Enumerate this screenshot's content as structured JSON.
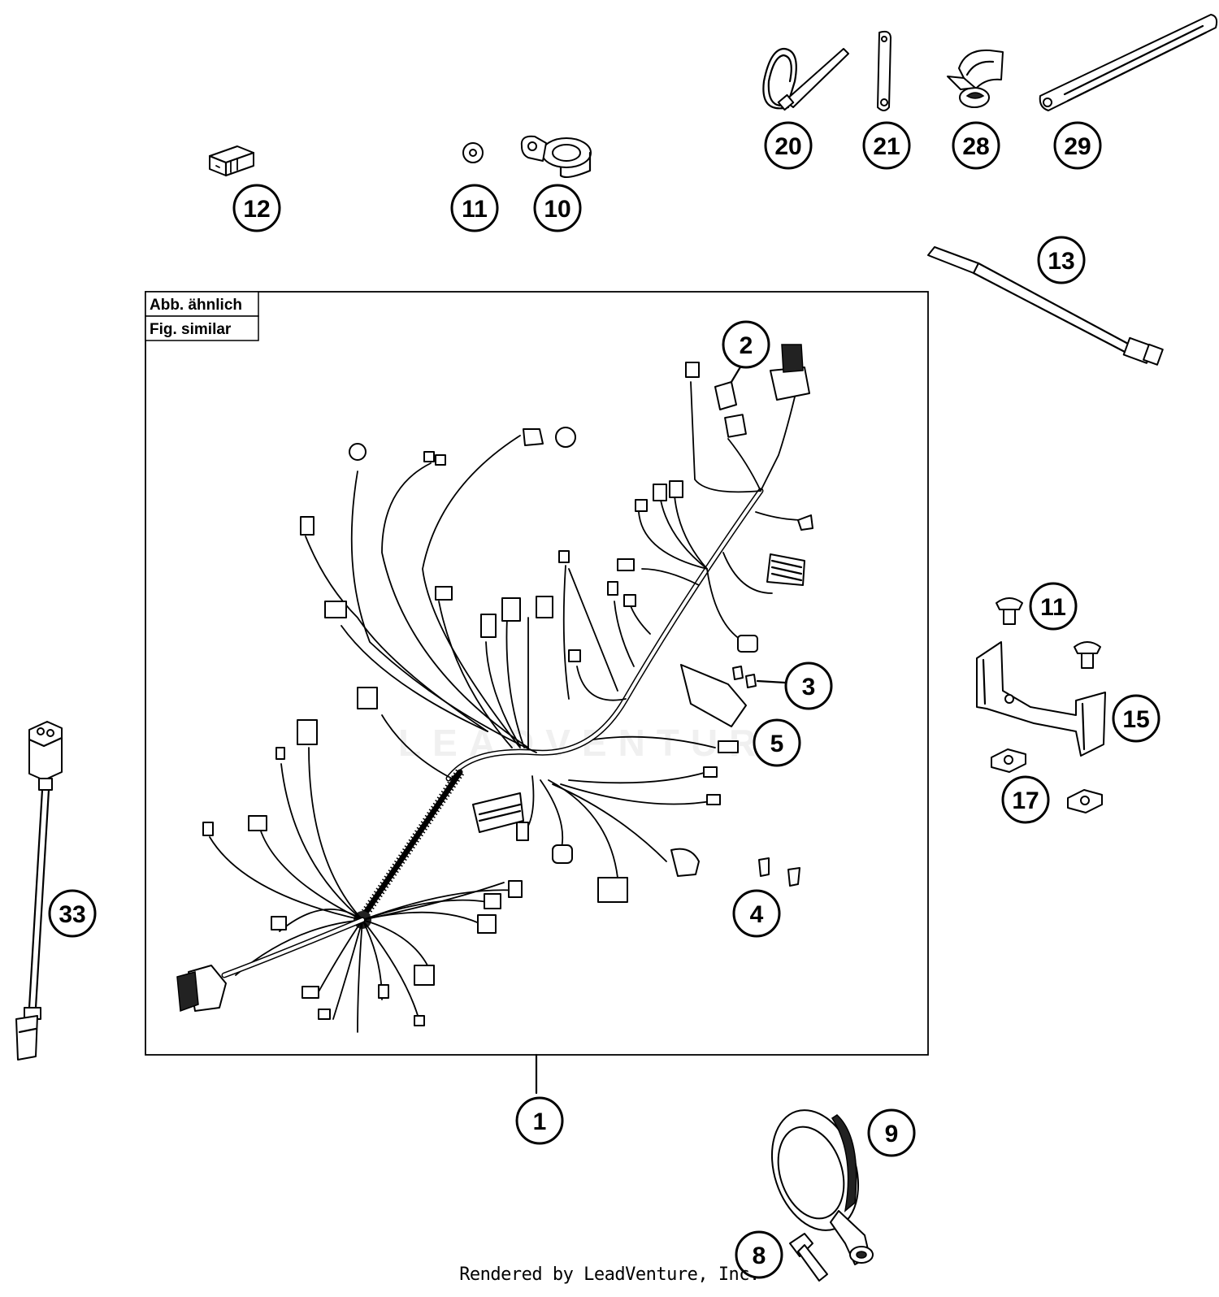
{
  "frame_label": {
    "line1": "Abb. ähnlich",
    "line2": "Fig. similar"
  },
  "callouts": [
    {
      "id": "c1",
      "number": "1"
    },
    {
      "id": "c2",
      "number": "2"
    },
    {
      "id": "c3",
      "number": "3"
    },
    {
      "id": "c4",
      "number": "4"
    },
    {
      "id": "c5",
      "number": "5"
    },
    {
      "id": "c8",
      "number": "8"
    },
    {
      "id": "c9",
      "number": "9"
    },
    {
      "id": "c10",
      "number": "10"
    },
    {
      "id": "c11a",
      "number": "11"
    },
    {
      "id": "c11b",
      "number": "11"
    },
    {
      "id": "c12",
      "number": "12"
    },
    {
      "id": "c13",
      "number": "13"
    },
    {
      "id": "c15",
      "number": "15"
    },
    {
      "id": "c17",
      "number": "17"
    },
    {
      "id": "c20",
      "number": "20"
    },
    {
      "id": "c21",
      "number": "21"
    },
    {
      "id": "c28",
      "number": "28"
    },
    {
      "id": "c29",
      "number": "29"
    },
    {
      "id": "c33",
      "number": "33"
    }
  ],
  "watermark": "LEADVENTURE",
  "footer": "Rendered by LeadVenture, Inc."
}
